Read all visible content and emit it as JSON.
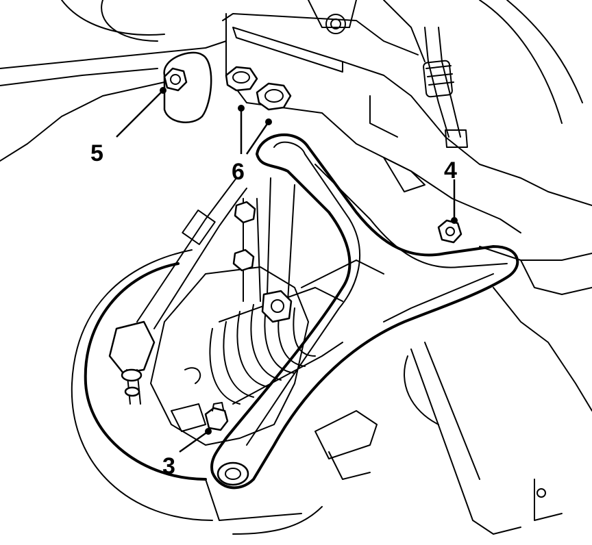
{
  "callouts": [
    {
      "id": "5",
      "label": "5"
    },
    {
      "id": "6",
      "label": "6"
    },
    {
      "id": "4",
      "label": "4"
    },
    {
      "id": "3",
      "label": "3"
    }
  ],
  "colors": {
    "line": "#000000",
    "background": "#ffffff"
  }
}
